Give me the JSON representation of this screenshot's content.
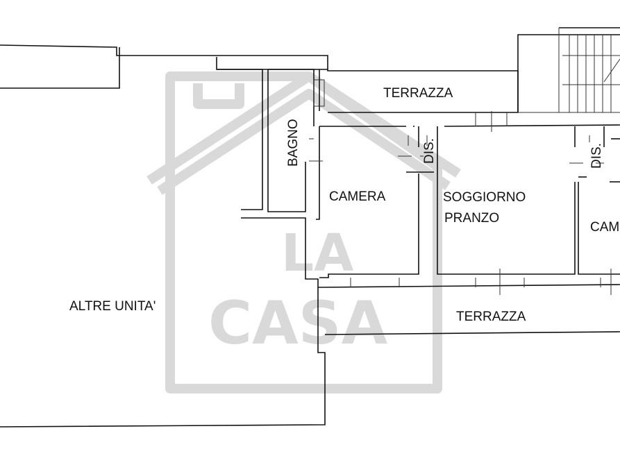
{
  "floorplan": {
    "rooms": {
      "altre_unita": "ALTRE UNITA'",
      "bagno": "BAGNO",
      "camera": "CAMERA",
      "dis_1": "DIS.",
      "dis_2": "DIS.",
      "soggiorno_line1": "SOGGIORNO",
      "soggiorno_line2": "PRANZO",
      "camera_partial": "CAM",
      "terrazza_top": "TERRAZZA",
      "terrazza_bottom": "TERRAZZA"
    },
    "watermark": {
      "line1": "LA",
      "line2": "CASA",
      "color": "#d9d9d9"
    },
    "colors": {
      "walls": "#111111",
      "background": "#ffffff"
    }
  }
}
